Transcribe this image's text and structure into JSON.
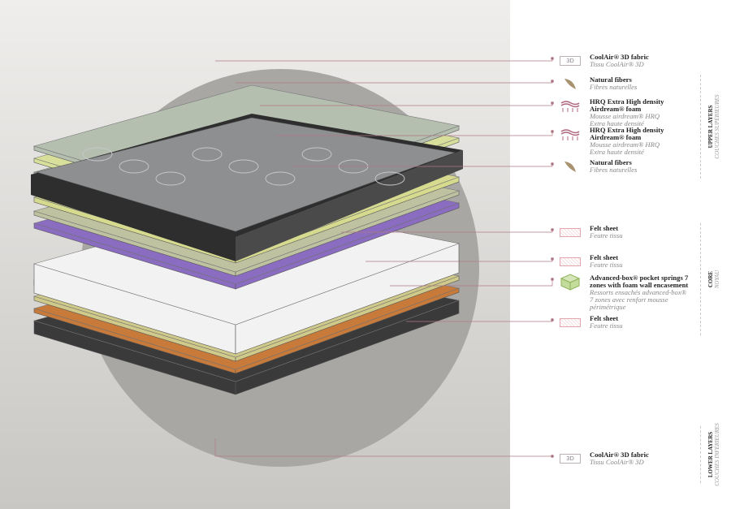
{
  "layers": [
    {
      "en": "CoolAir® 3D fabric",
      "fr": "Tissu CoolAir® 3D",
      "icon": "3d",
      "icon_text": "3D"
    },
    {
      "en": "Natural fibers",
      "fr": "Fibres naturelles",
      "icon": "leaf"
    },
    {
      "en": "HRQ Extra High density",
      "en2": "Airdream® foam",
      "fr": "Mousse airdream® HRQ",
      "fr2": "Extra haute densité",
      "icon": "foam"
    },
    {
      "en": "HRQ Extra High density",
      "en2": "Airdream® foam",
      "fr": "Mousse airdream® HRQ",
      "fr2": "Extra haute densité",
      "icon": "foam"
    },
    {
      "en": "Natural fibers",
      "fr": "Fibres naturelles",
      "icon": "leaf"
    },
    {
      "en": "Felt sheet",
      "fr": "Feutre tissu",
      "icon": "felt"
    },
    {
      "en": "Felt sheet",
      "fr": "Feutre tissu",
      "icon": "felt"
    },
    {
      "en": "Advanced-box® pocket springs 7",
      "en2": "zones with foam wall encasement",
      "fr": "Ressorts ensachés advanced-box®",
      "fr2": "7 zones avec renfort mousse",
      "fr3": "périmétrique",
      "icon": "springs"
    },
    {
      "en": "Felt sheet",
      "fr": "Feutre tissu",
      "icon": "felt"
    },
    {
      "en": "CoolAir® 3D fabric",
      "fr": "Tissu CoolAir® 3D",
      "icon": "3d",
      "icon_text": "3D"
    }
  ],
  "sections": [
    {
      "en": "UPPER LAYERS",
      "fr": "COUCHES SUPÉRIEURES"
    },
    {
      "en": "CORE",
      "fr": "NOYAU"
    },
    {
      "en": "LOWER LAYERS",
      "fr": "COUCHES INFÉRIEURES"
    }
  ],
  "colors": {
    "line": "#b07a85",
    "felt": "#e4a6ae",
    "leaf": "#a89270",
    "foam": "#b06a80",
    "spring": "#8fb35a"
  }
}
